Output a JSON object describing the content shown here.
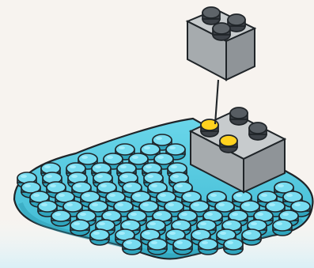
{
  "instruction_step": {
    "description_shown": "",
    "colors": {
      "background": "#f7f3ef",
      "baseplate": "#59c8de",
      "baseplate_dark": "#2f9fb7",
      "stud_highlight": "#8fe3f2",
      "brick": "#a9adb0",
      "brick_top": "#c4c8ca",
      "brick_side": "#8f9498",
      "stud_dark": "#3c4147",
      "stud_yellow": "#ffd21f",
      "outline": "#1f2428",
      "bottom_glow": "#dceff6"
    },
    "parts": [
      {
        "name": "heart-baseplate",
        "color": "light-blue"
      },
      {
        "name": "gray-brick-2x2-placed",
        "color": "gray"
      },
      {
        "name": "gray-brick-2x2-floating",
        "color": "gray"
      },
      {
        "name": "placement-line"
      },
      {
        "name": "yellow-connection-dots",
        "count": 2
      }
    ]
  }
}
